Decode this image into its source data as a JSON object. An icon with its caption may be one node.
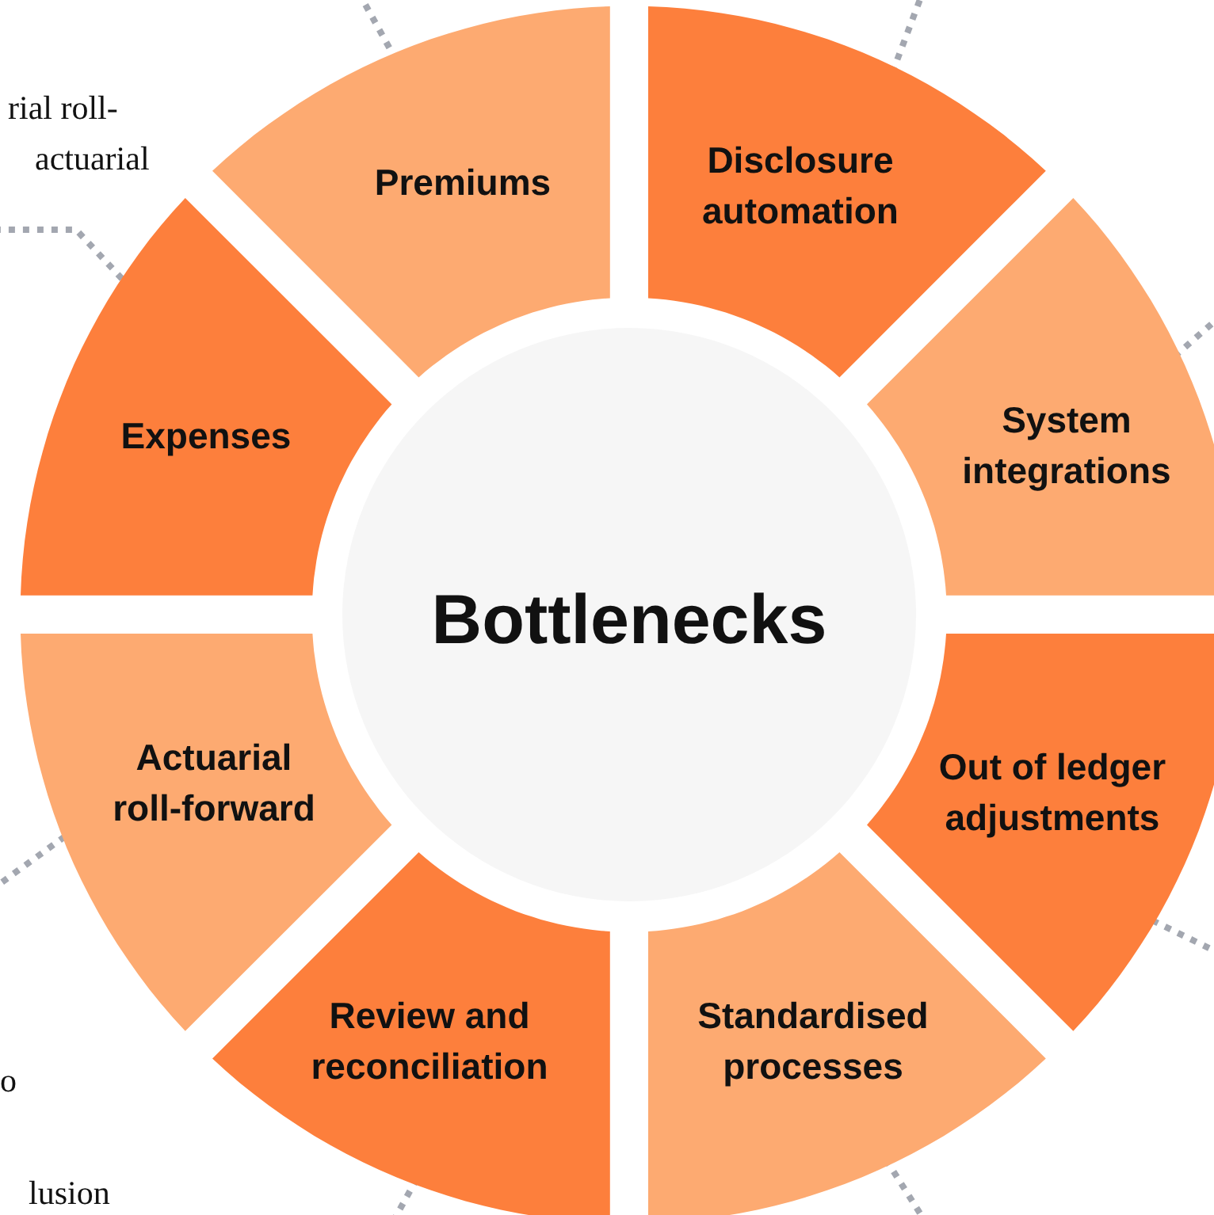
{
  "diagram": {
    "nodes": [
      {
        "text": [
          "Bottlenecks"
        ]
      },
      {
        "text": [
          "Premiums"
        ]
      },
      {
        "text": [
          "Disclosure automation"
        ]
      },
      {
        "text": [
          "Expenses"
        ]
      },
      {
        "text": [
          "System integrations"
        ]
      },
      {
        "text": [
          "Actuarial roll-forward"
        ]
      },
      {
        "text": [
          "Out of ledger adjustments"
        ]
      },
      {
        "text": [
          "Review and reconciliation"
        ]
      },
      {
        "text": [
          "Standardised processes"
        ]
      }
    ],
    "edges": [
      {
        "from": 1,
        "to": null,
        "arrow": "none",
        "style": "dashed"
      },
      {
        "from": 2,
        "to": null,
        "arrow": "none",
        "style": "dashed"
      },
      {
        "from": 3,
        "to": null,
        "arrow": "none",
        "style": "dashed"
      },
      {
        "from": 4,
        "to": null,
        "arrow": "none",
        "style": "dashed"
      },
      {
        "from": 5,
        "to": null,
        "arrow": "none",
        "style": "dashed"
      },
      {
        "from": 6,
        "to": null,
        "arrow": "none",
        "style": "dashed"
      },
      {
        "from": 7,
        "to": null,
        "arrow": "none",
        "style": "dashed"
      },
      {
        "from": 8,
        "to": null,
        "arrow": "none",
        "style": "dashed"
      }
    ],
    "labels": [
      "rial roll-",
      "actuarial",
      "o",
      "lusion"
    ]
  }
}
